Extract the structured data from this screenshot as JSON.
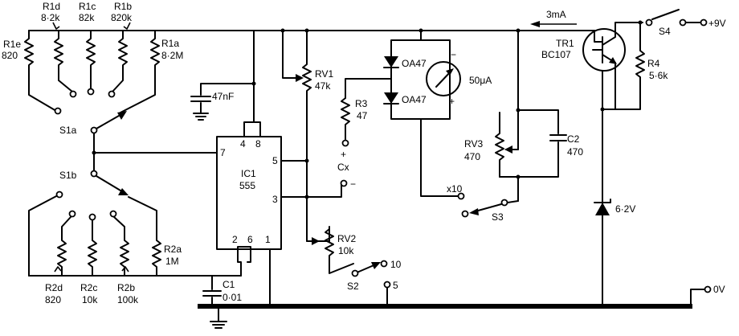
{
  "labels": {
    "r1d": "R1d",
    "r1d_v": "8·2k",
    "r1c": "R1c",
    "r1c_v": "82k",
    "r1b": "R1b",
    "r1b_v": "820k",
    "r1e": "R1e",
    "r1e_v": "820",
    "r1a": "R1a",
    "r1a_v": "8·2M",
    "cap47": "47nF",
    "s1a": "S1a",
    "s1b": "S1b",
    "ic_pin7": "7",
    "ic_pin4": "4",
    "ic_pin8": "8",
    "ic_pin5": "5",
    "ic_pin3": "3",
    "ic_pin2": "2",
    "ic_pin6": "6",
    "ic_pin1": "1",
    "ic_name": "IC1",
    "ic_type": "555",
    "rv1": "RV1",
    "rv1_v": "47k",
    "r3": "R3",
    "r3_v": "47",
    "d1": "OA47",
    "d2": "OA47",
    "meter": "50μA",
    "plus_term": "+",
    "cx": "Cx",
    "minus_term": "−",
    "meter_minus": "−",
    "meter_plus": "+",
    "rv2": "RV2",
    "rv2_v": "10k",
    "s2": "S2",
    "s2_10": "10",
    "s2_5": "5",
    "current": "3mA",
    "rv3": "RV3",
    "rv3_v": "470",
    "c2": "C2",
    "c2_v": "470",
    "x10": "x10",
    "s3": "S3",
    "tr1": "TR1",
    "tr1_v": "BC107",
    "r4": "R4",
    "r4_v": "5·6k",
    "s4": "S4",
    "plus9v": "+9V",
    "zener": "6·2V",
    "zero_v": "0V",
    "r2d": "R2d",
    "r2d_v": "820",
    "r2c": "R2c",
    "r2c_v": "10k",
    "r2b": "R2b",
    "r2b_v": "100k",
    "r2a": "R2a",
    "r2a_v": "1M",
    "c1": "C1",
    "c1_v": "0·01"
  }
}
